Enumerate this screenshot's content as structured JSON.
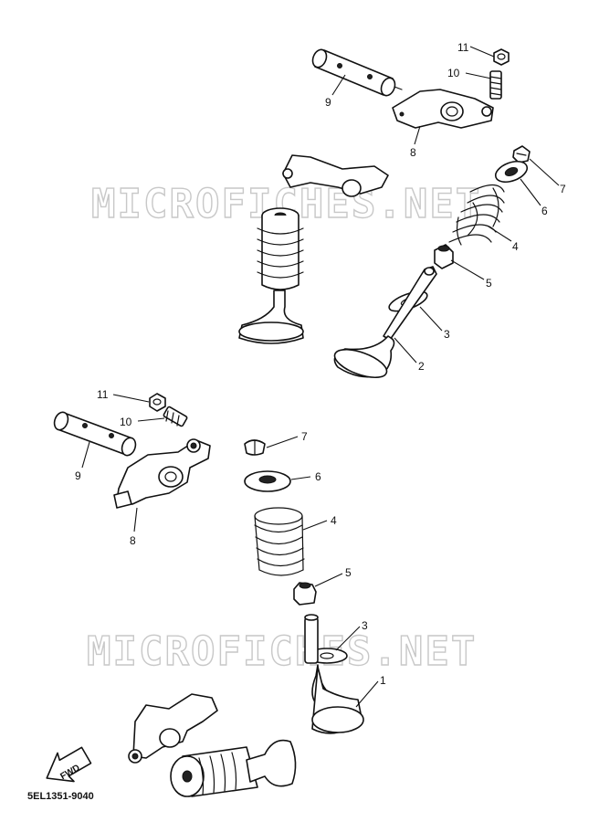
{
  "watermarks": [
    "MICROFICHES.NET",
    "MICROFICHES.NET"
  ],
  "fwd_label": "FWD",
  "diagram_code": "5EL1351-9040",
  "callouts": {
    "exhaust": {
      "p11": "11",
      "p10": "10",
      "p9": "9",
      "p8": "8",
      "p7": "7",
      "p6": "6",
      "p4": "4",
      "p5": "5",
      "p3": "3",
      "p2": "2"
    },
    "intake": {
      "p11": "11",
      "p10": "10",
      "p9": "9",
      "p8": "8",
      "p7": "7",
      "p6": "6",
      "p4": "4",
      "p5": "5",
      "p3": "3",
      "p1": "1"
    }
  }
}
